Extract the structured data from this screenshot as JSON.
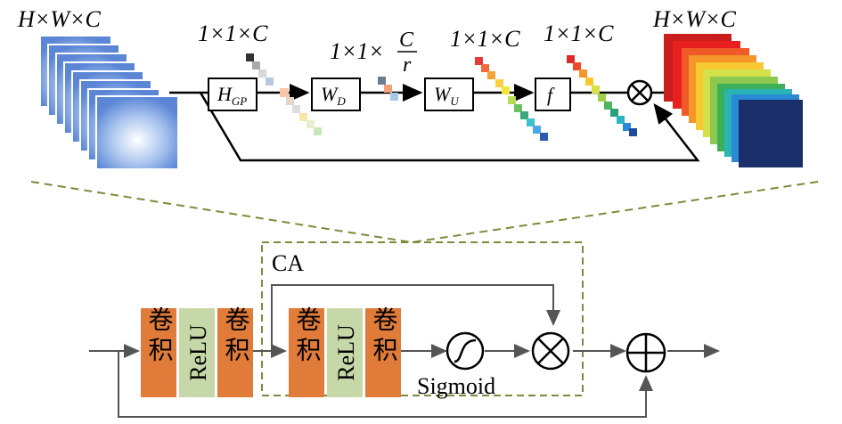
{
  "top_diagram": {
    "input_dims": "H×W×C",
    "output_dims": "H×W×C",
    "dim_gp": "1×1×C",
    "dim_reduce_prefix": "1×1×",
    "dim_reduce_num": "C",
    "dim_reduce_den": "r",
    "dim_up": "1×1×C",
    "dim_f": "1×1×C",
    "op_gp_main": "H",
    "op_gp_sub": "GP",
    "op_d_main": "W",
    "op_d_sub": "D",
    "op_u_main": "W",
    "op_u_sub": "U",
    "op_f": "f",
    "multiply_symbol": "⊗"
  },
  "bottom_diagram": {
    "ca_label": "CA",
    "block_conv1": "卷积",
    "block_relu1": "ReLU",
    "block_conv2": "卷积",
    "block_conv3": "卷积",
    "block_relu2": "ReLU",
    "block_conv4": "卷积",
    "sigmoid_label": "Sigmoid",
    "multiply_symbol": "⊗",
    "add_symbol": "⊕"
  },
  "colors": {
    "conv_block": "#e07b39",
    "relu_block": "#c6d8a8",
    "dashed_border": "#7a8c3a",
    "line": "#555555",
    "top_line": "#000000"
  }
}
